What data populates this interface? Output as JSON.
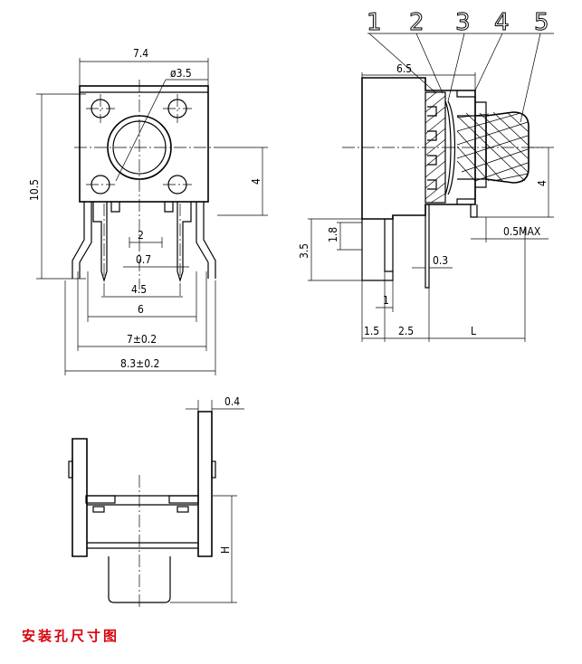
{
  "front_view": {
    "dims": {
      "width_top": "7.4",
      "hole_dia": "ø3.5",
      "height_total": "10.5",
      "pitch_v": "4",
      "pin_offset": "2",
      "pin_width": "0.7",
      "pin_pitch": "4.5",
      "outer_pin_span": "6",
      "body_width": "7±0.2",
      "overall_width": "8.3±0.2"
    }
  },
  "side_view": {
    "callouts": [
      "1",
      "2",
      "3",
      "4",
      "5"
    ],
    "dims": {
      "body_depth": "6.5",
      "plunger_height": "4",
      "max_gap": "0.5MAX",
      "standoff_total": "3.5",
      "standoff_inner": "1.8",
      "pin_thick": "0.3",
      "dim_1": "1",
      "dim_1_5": "1.5",
      "dim_2_5": "2.5",
      "length": "L"
    }
  },
  "bottom_view": {
    "dims": {
      "lead_thickness": "0.4",
      "height": "H"
    }
  },
  "caption": "安装孔尺寸图"
}
